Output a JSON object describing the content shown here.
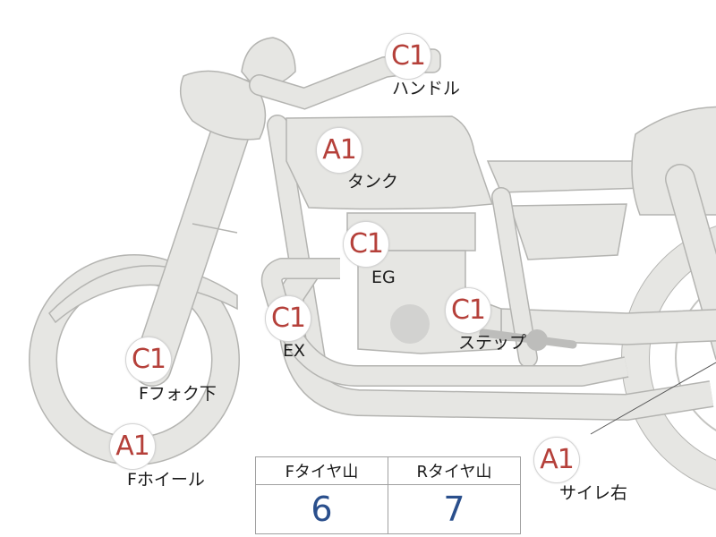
{
  "colors": {
    "grade_text": "#b5403a",
    "tread_value": "#2a4f8c",
    "bike_fill": "#e6e6e3",
    "bike_stroke": "#b4b4b1",
    "engine_detail": "#c8c8c6"
  },
  "parts": [
    {
      "id": "handle",
      "grade": "C1",
      "label": "ハンドル"
    },
    {
      "id": "tank",
      "grade": "A1",
      "label": "タンク"
    },
    {
      "id": "engine",
      "grade": "C1",
      "label": "EG"
    },
    {
      "id": "step",
      "grade": "C1",
      "label": "ステップ"
    },
    {
      "id": "exhaust",
      "grade": "C1",
      "label": "EX"
    },
    {
      "id": "front-fork-lower",
      "grade": "C1",
      "label": "Fフォク下"
    },
    {
      "id": "front-wheel",
      "grade": "A1",
      "label": "Fホイール"
    },
    {
      "id": "muffler-right",
      "grade": "A1",
      "label": "サイレ右"
    }
  ],
  "tread": {
    "front_label": "Fタイヤ山",
    "rear_label": "Rタイヤ山",
    "front_value": "6",
    "rear_value": "7"
  }
}
